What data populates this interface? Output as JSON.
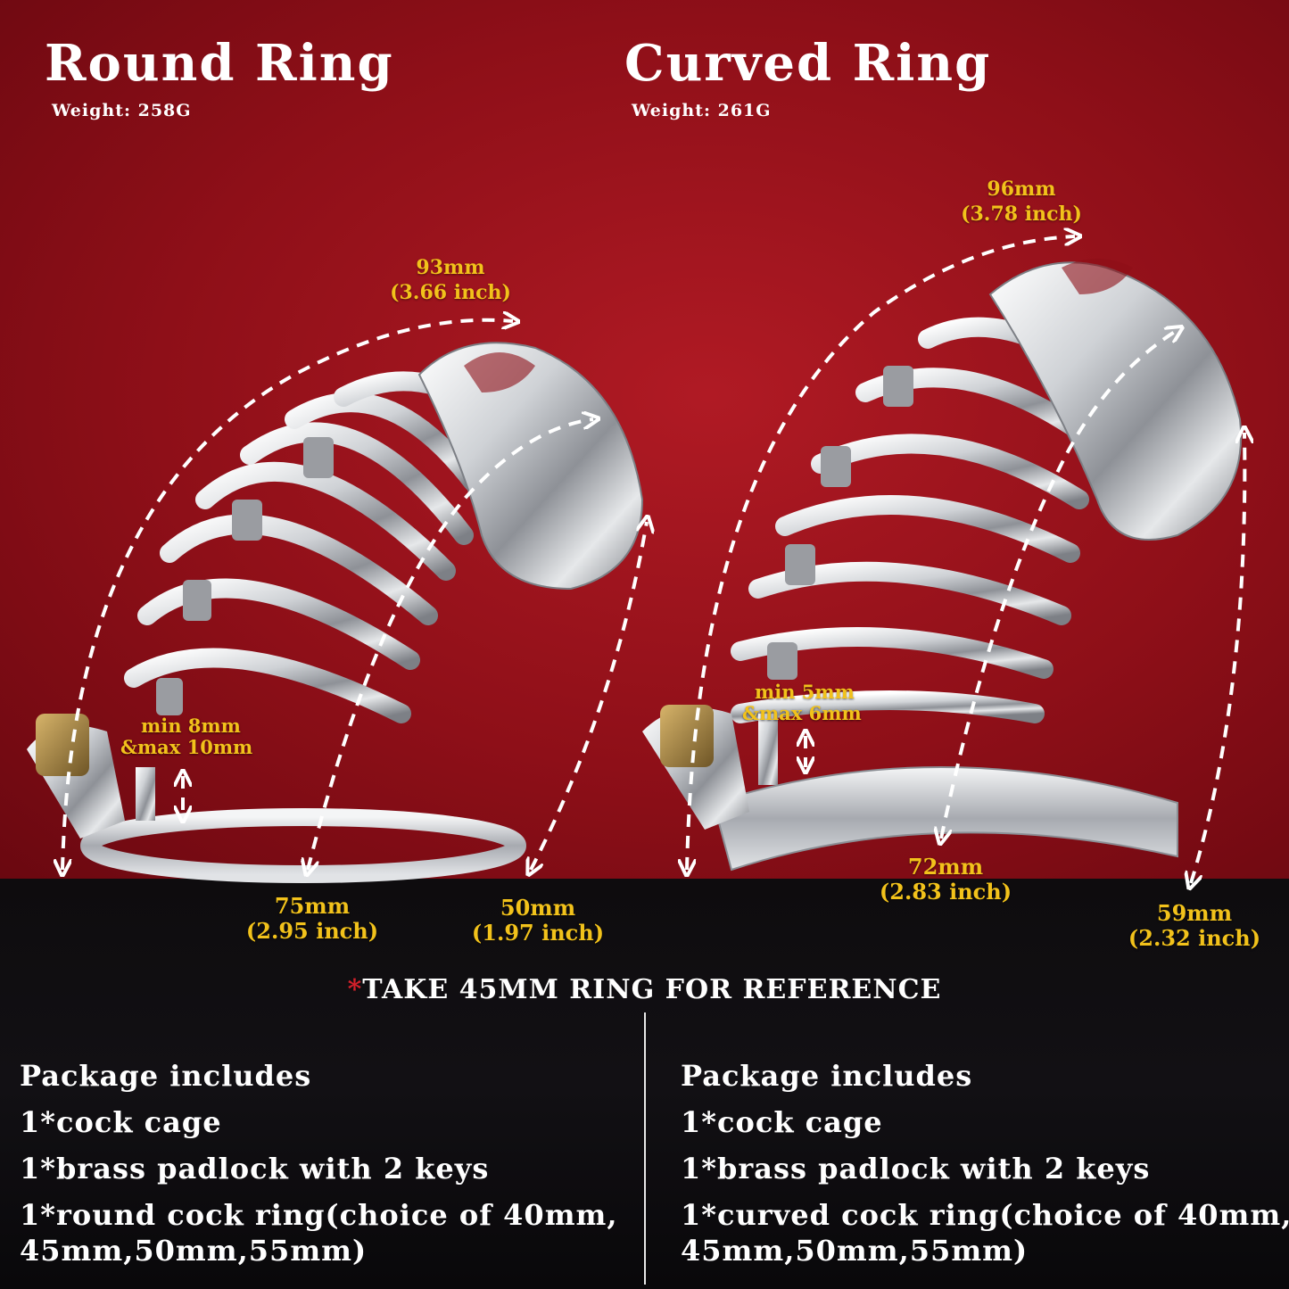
{
  "left": {
    "title": "Round Ring",
    "weight": "Weight:  258G",
    "length": {
      "mm": "93mm",
      "inch": "(3.66 inch)"
    },
    "gap": {
      "min": "min 8mm",
      "max": "&max 10mm"
    },
    "height": {
      "mm": "75mm",
      "inch": "(2.95 inch)"
    },
    "depth": {
      "mm": "50mm",
      "inch": "(1.97 inch)"
    }
  },
  "right": {
    "title": "Curved Ring",
    "weight": "Weight:  261G",
    "length": {
      "mm": "96mm",
      "inch": "(3.78 inch)"
    },
    "gap": {
      "min": "min 5mm",
      "max": "&max 6mm"
    },
    "height": {
      "mm": "72mm",
      "inch": "(2.83 inch)"
    },
    "depth": {
      "mm": "59mm",
      "inch": "(2.32 inch)"
    }
  },
  "reference": {
    "star": "*",
    "text": "TAKE 45MM RING FOR REFERENCE"
  },
  "packages": [
    {
      "heading": "Package includes",
      "items": [
        "1*cock cage",
        "1*brass padlock with 2 keys"
      ],
      "ring_line": "1*round cock ring(choice of 40mm,",
      "ring_sizes": "45mm,50mm,55mm)"
    },
    {
      "heading": "Package includes",
      "items": [
        "1*cock cage",
        "1*brass padlock with 2 keys"
      ],
      "ring_line": "1*curved cock ring(choice of 40mm,",
      "ring_sizes": "45mm,50mm,55mm)"
    }
  ],
  "colors": {
    "background_red": "#9a121c",
    "background_black": "#0e0c0e",
    "dimension_text": "#f2c21b",
    "reference_star": "#d4202a",
    "title_text": "#ffffff"
  }
}
